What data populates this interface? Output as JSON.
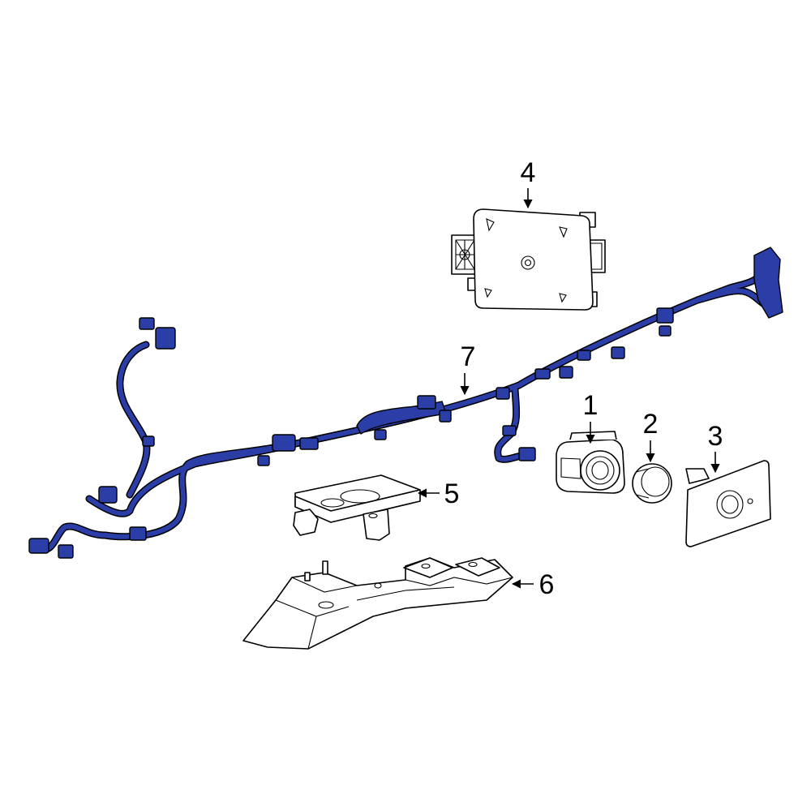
{
  "colors": {
    "harness": "#2b3ea8",
    "harness_outline": "#000000",
    "line": "#000000",
    "background": "#ffffff"
  },
  "callouts": {
    "c1": "1",
    "c2": "2",
    "c3": "3",
    "c4": "4",
    "c5": "5",
    "c6": "6",
    "c7": "7"
  }
}
